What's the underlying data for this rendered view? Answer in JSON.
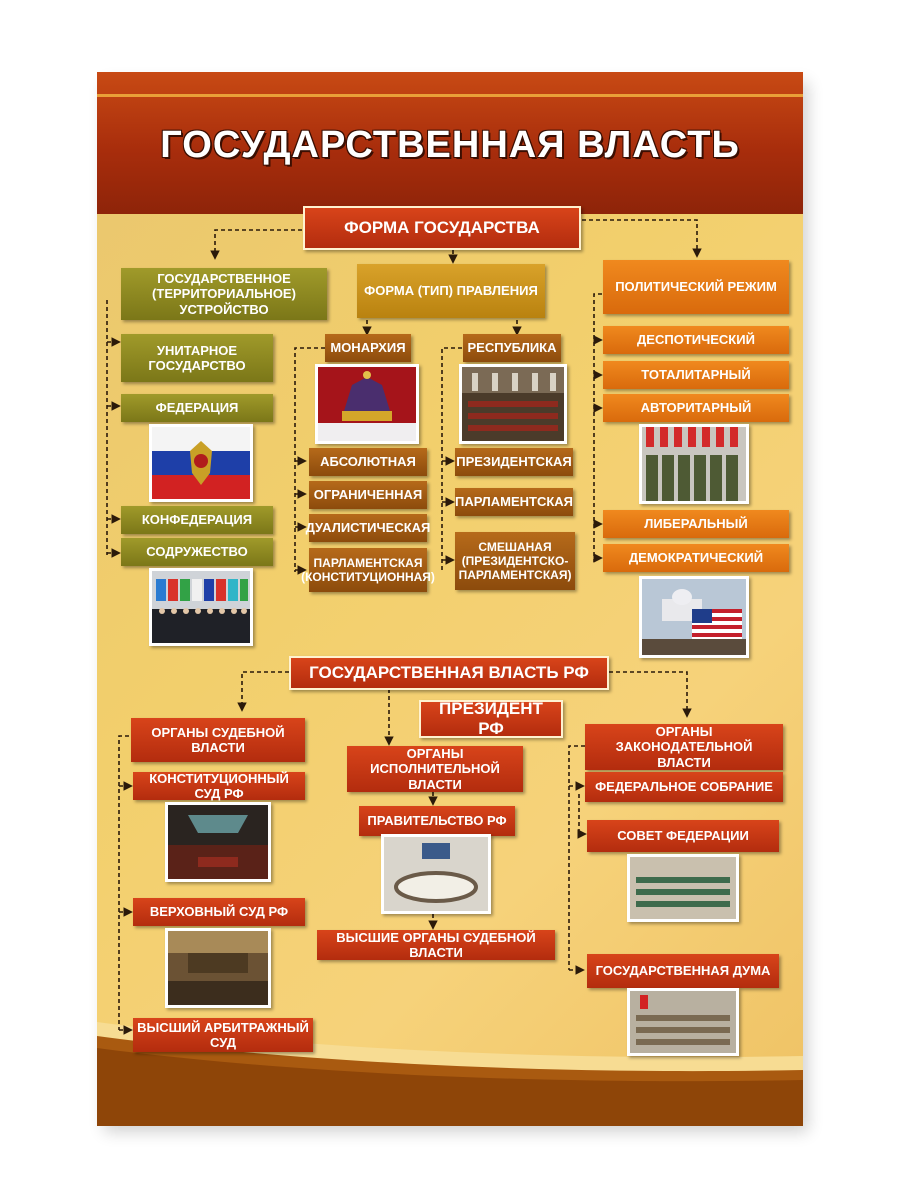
{
  "title": "ГОСУДАРСТВЕННАЯ ВЛАСТЬ",
  "forma": {
    "heading": "ФОРМА ГОСУДАРСТВА",
    "ustroystvo": {
      "heading": "ГОСУДАРСТВЕННОЕ (ТЕРРИТОРИАЛЬНОЕ) УСТРОЙСТВО",
      "items": [
        "УНИТАРНОЕ ГОСУДАРСТВО",
        "ФЕДЕРАЦИЯ",
        "КОНФЕДЕРАЦИЯ",
        "СОДРУЖЕСТВО"
      ]
    },
    "pravlenie": {
      "heading": "ФОРМА (ТИП) ПРАВЛЕНИЯ",
      "monarchy": {
        "heading": "МОНАРХИЯ",
        "items": [
          "АБСОЛЮТНАЯ",
          "ОГРАНИЧЕННАЯ",
          "ДУАЛИСТИЧЕСКАЯ",
          "ПАРЛАМЕНТСКАЯ (КОНСТИТУЦИОННАЯ)"
        ]
      },
      "republic": {
        "heading": "РЕСПУБЛИКА",
        "items": [
          "ПРЕЗИДЕНТСКАЯ",
          "ПАРЛАМЕНТСКАЯ",
          "СМЕШАНАЯ (ПРЕЗИДЕНТСКО-ПАРЛАМЕНТСКАЯ)"
        ]
      }
    },
    "rezhim": {
      "heading": "ПОЛИТИЧЕСКИЙ РЕЖИМ",
      "items": [
        "ДЕСПОТИЧЕСКИЙ",
        "ТОТАЛИТАРНЫЙ",
        "АВТОРИТАРНЫЙ",
        "ЛИБЕРАЛЬНЫЙ",
        "ДЕМОКРАТИЧЕСКИЙ"
      ]
    }
  },
  "rf": {
    "heading": "ГОСУДАРСТВЕННАЯ ВЛАСТЬ РФ",
    "president": "ПРЕЗИДЕНТ РФ",
    "judicial": {
      "heading": "ОРГАНЫ СУДЕБНОЙ ВЛАСТИ",
      "items": [
        "КОНСТИТУЦИОННЫЙ СУД РФ",
        "ВЕРХОВНЫЙ СУД РФ",
        "ВЫСШИЙ АРБИТРАЖНЫЙ СУД"
      ]
    },
    "executive": {
      "heading": "ОРГАНЫ ИСПОЛНИТЕЛЬНОЙ ВЛАСТИ",
      "items": [
        "ПРАВИТЕЛЬСТВО РФ",
        "ВЫСШИЕ ОРГАНЫ СУДЕБНОЙ ВЛАСТИ"
      ]
    },
    "legislative": {
      "heading": "ОРГАНЫ ЗАКОНОДАТЕЛЬНОЙ ВЛАСТИ",
      "items": [
        "ФЕДЕРАЛЬНОЕ СОБРАНИЕ",
        "СОВЕТ ФЕДЕРАЦИИ",
        "ГОСУДАРСТВЕННАЯ ДУМА"
      ]
    }
  },
  "colors": {
    "header": "#a82d0c",
    "background": "#f2cf6c",
    "red_box": "#c3350f",
    "orange_box": "#e47812",
    "olive_box": "#8c8820",
    "gold_box": "#c9911c",
    "brown_box": "#a05a12"
  }
}
